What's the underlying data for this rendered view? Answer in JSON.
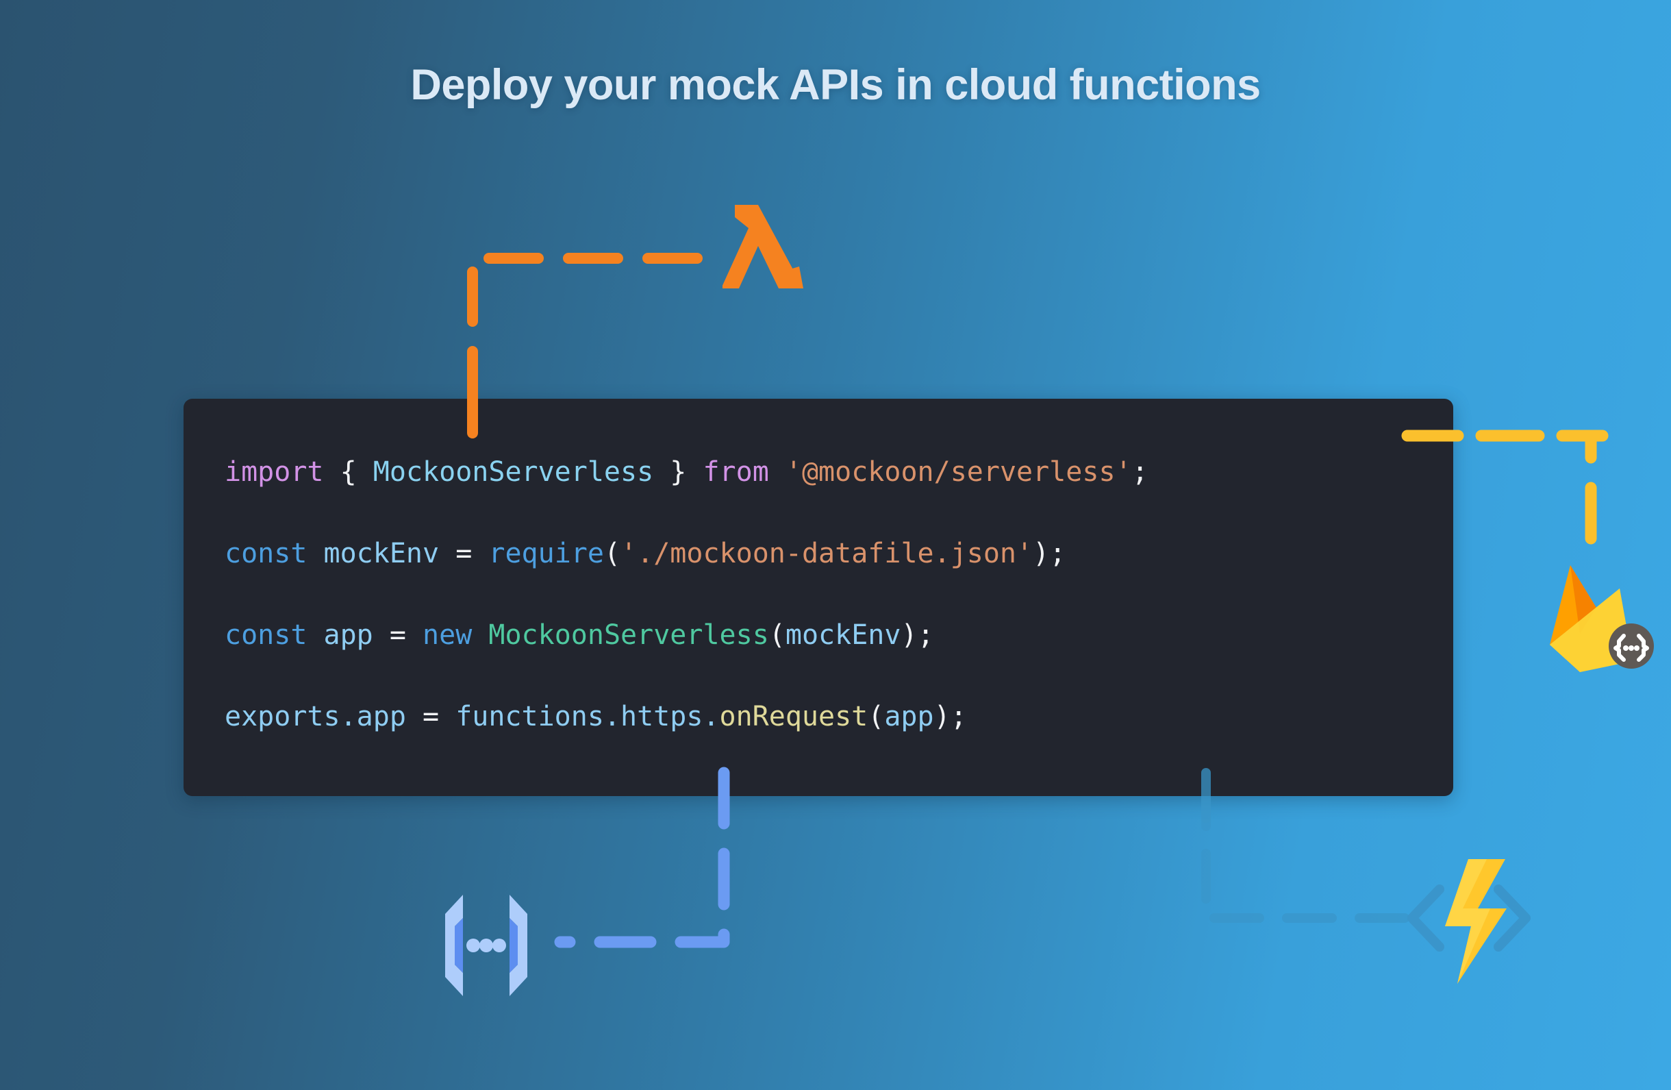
{
  "page": {
    "title": "Deploy your mock APIs in cloud functions",
    "background_from": "#2b5370",
    "background_to": "#3ca8e4",
    "title_color": "#dbe9f6"
  },
  "code_block": {
    "background": "#22252e",
    "lines": [
      {
        "id": "line-import",
        "tokens": [
          {
            "text": "import",
            "class": "k-import"
          },
          {
            "text": " ",
            "class": "k-punc"
          },
          {
            "text": "{",
            "class": "k-punc"
          },
          {
            "text": " ",
            "class": "k-punc"
          },
          {
            "text": "MockoonServerless",
            "class": "k-class"
          },
          {
            "text": " ",
            "class": "k-punc"
          },
          {
            "text": "}",
            "class": "k-punc"
          },
          {
            "text": " ",
            "class": "k-punc"
          },
          {
            "text": "from",
            "class": "k-import"
          },
          {
            "text": " ",
            "class": "k-punc"
          },
          {
            "text": "'@mockoon/serverless'",
            "class": "k-str"
          },
          {
            "text": ";",
            "class": "k-punc"
          }
        ],
        "plain": "import { MockoonServerless } from '@mockoon/serverless';"
      },
      {
        "id": "line-require",
        "tokens": [
          {
            "text": "const",
            "class": "k-const"
          },
          {
            "text": " ",
            "class": "k-punc"
          },
          {
            "text": "mockEnv",
            "class": "k-var"
          },
          {
            "text": " ",
            "class": "k-punc"
          },
          {
            "text": "=",
            "class": "k-punc"
          },
          {
            "text": " ",
            "class": "k-punc"
          },
          {
            "text": "require",
            "class": "k-fn"
          },
          {
            "text": "(",
            "class": "k-punc"
          },
          {
            "text": "'./mockoon-datafile.json'",
            "class": "k-str"
          },
          {
            "text": ")",
            "class": "k-punc"
          },
          {
            "text": ";",
            "class": "k-punc"
          }
        ],
        "plain": "const mockEnv = require('./mockoon-datafile.json');"
      },
      {
        "id": "line-new",
        "tokens": [
          {
            "text": "const",
            "class": "k-const"
          },
          {
            "text": " ",
            "class": "k-punc"
          },
          {
            "text": "app",
            "class": "k-var"
          },
          {
            "text": " ",
            "class": "k-punc"
          },
          {
            "text": "=",
            "class": "k-punc"
          },
          {
            "text": " ",
            "class": "k-punc"
          },
          {
            "text": "new",
            "class": "k-const"
          },
          {
            "text": " ",
            "class": "k-punc"
          },
          {
            "text": "MockoonServerless",
            "class": "k-green"
          },
          {
            "text": "(",
            "class": "k-punc"
          },
          {
            "text": "mockEnv",
            "class": "k-var"
          },
          {
            "text": ")",
            "class": "k-punc"
          },
          {
            "text": ";",
            "class": "k-punc"
          }
        ],
        "plain": "const app = new MockoonServerless(mockEnv);"
      },
      {
        "id": "line-exports",
        "tokens": [
          {
            "text": "exports.app",
            "class": "k-plain"
          },
          {
            "text": " ",
            "class": "k-punc"
          },
          {
            "text": "=",
            "class": "k-punc"
          },
          {
            "text": " ",
            "class": "k-punc"
          },
          {
            "text": "functions.https.",
            "class": "k-plain"
          },
          {
            "text": "onRequest",
            "class": "k-yellow"
          },
          {
            "text": "(",
            "class": "k-punc"
          },
          {
            "text": "app",
            "class": "k-plain"
          },
          {
            "text": ")",
            "class": "k-punc"
          },
          {
            "text": ";",
            "class": "k-punc"
          }
        ],
        "plain": "exports.app = functions.https.onRequest(app);"
      }
    ]
  },
  "connectors": [
    {
      "name": "aws-lambda-connector",
      "color": "#f58220"
    },
    {
      "name": "firebase-connector",
      "color": "#fbc02d"
    },
    {
      "name": "mockoon-connector",
      "color": "#6b9bf2"
    },
    {
      "name": "azure-connector",
      "color": "#3a95c9"
    }
  ],
  "icons": [
    {
      "name": "aws-lambda-icon",
      "label": "AWS Lambda",
      "glyph": "lambda",
      "color": "#f58220"
    },
    {
      "name": "firebase-functions-icon",
      "label": "Firebase Cloud Functions",
      "glyph": "flame",
      "color": "#ffc24a",
      "badge": "{...}",
      "badge_color": "#5f5955"
    },
    {
      "name": "mockoon-icon",
      "label": "Mockoon",
      "glyph": "brackets-dots",
      "color": "#a9cbfb"
    },
    {
      "name": "azure-functions-icon",
      "label": "Azure Functions",
      "glyph": "bolt-brackets",
      "color": "#ffc72c"
    }
  ]
}
